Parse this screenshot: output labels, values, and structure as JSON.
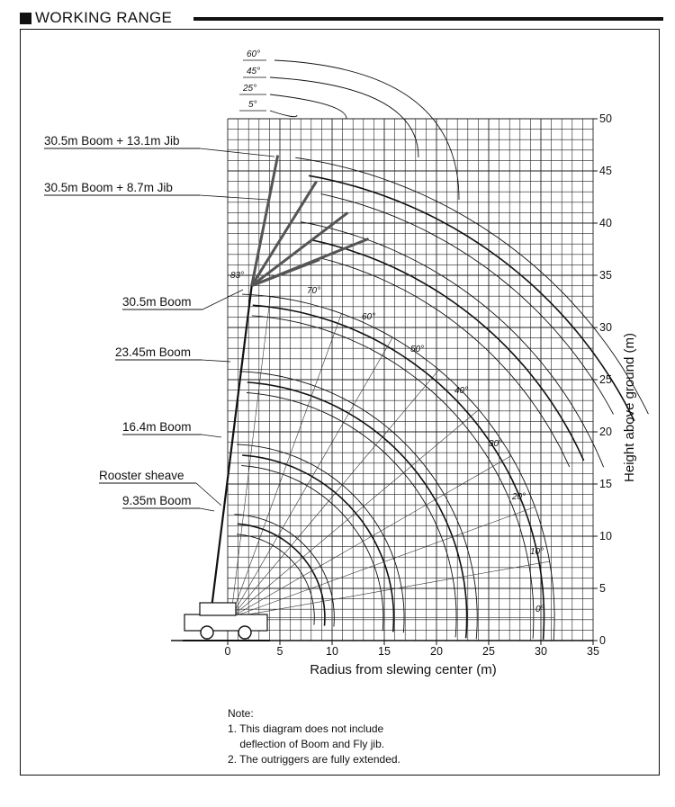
{
  "header": {
    "title": "WORKING RANGE"
  },
  "diagram": {
    "x_axis_label": "Radius from slewing center (m)",
    "y_axis_label": "Height above ground (m)",
    "x_ticks": [
      "0",
      "5",
      "10",
      "15",
      "20",
      "25",
      "30",
      "35"
    ],
    "y_ticks": [
      "0",
      "5",
      "10",
      "15",
      "20",
      "25",
      "30",
      "35",
      "40",
      "45",
      "50"
    ],
    "boom_labels": [
      {
        "id": "b1",
        "text": "30.5m Boom + 13.1m Jib"
      },
      {
        "id": "b2",
        "text": "30.5m Boom + 8.7m Jib"
      },
      {
        "id": "b3",
        "text": "30.5m Boom"
      },
      {
        "id": "b4",
        "text": "23.45m Boom"
      },
      {
        "id": "b5",
        "text": "16.4m Boom"
      },
      {
        "id": "b6",
        "text": "Rooster sheave"
      },
      {
        "id": "b7",
        "text": "9.35m Boom"
      }
    ],
    "jib_offset_labels": [
      "60°",
      "45°",
      "25°",
      "5°"
    ],
    "boom_angle_labels": [
      "83°",
      "70°",
      "60°",
      "50°",
      "40°",
      "30°",
      "20°",
      "10°",
      "0°"
    ]
  },
  "note": {
    "heading": "Note:",
    "lines": [
      "1. This diagram does not include",
      "    deflection of Boom and Fly jib.",
      "2. The outriggers are fully extended."
    ]
  }
}
